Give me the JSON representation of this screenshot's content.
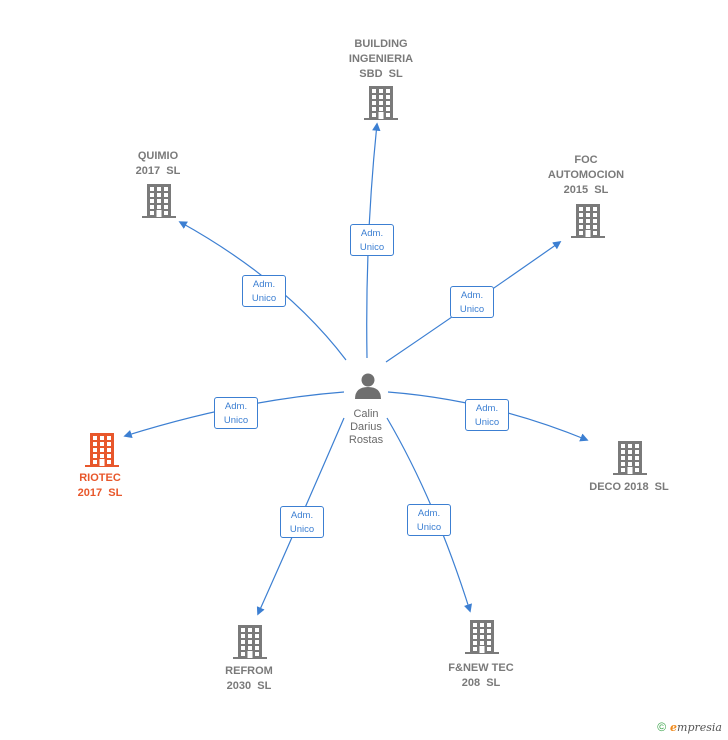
{
  "center": {
    "name_lines": [
      "Calin",
      "Darius",
      "Rostas"
    ],
    "icon": "person-icon"
  },
  "relation_label_lines": [
    "Adm.",
    "Unico"
  ],
  "companies": [
    {
      "id": "building",
      "label_lines": [
        "BUILDING",
        "INGENIERIA",
        "SBD  SL"
      ],
      "icon": "building-icon",
      "highlight": false
    },
    {
      "id": "quimio",
      "label_lines": [
        "QUIMIO",
        "2017  SL"
      ],
      "icon": "building-icon",
      "highlight": false
    },
    {
      "id": "foc",
      "label_lines": [
        "FOC",
        "AUTOMOCION",
        "2015  SL"
      ],
      "icon": "building-icon",
      "highlight": false
    },
    {
      "id": "riotec",
      "label_lines": [
        "RIOTEC",
        "2017  SL"
      ],
      "icon": "building-icon",
      "highlight": true
    },
    {
      "id": "deco",
      "label_lines": [
        "DECO 2018  SL"
      ],
      "icon": "building-icon",
      "highlight": false
    },
    {
      "id": "refrom",
      "label_lines": [
        "REFROM",
        "2030  SL"
      ],
      "icon": "building-icon",
      "highlight": false
    },
    {
      "id": "fnew",
      "label_lines": [
        "F&NEW TEC",
        "208  SL"
      ],
      "icon": "building-icon",
      "highlight": false
    }
  ],
  "colors": {
    "edge": "#3c7fd2",
    "node": "#7a7a7a",
    "highlight": "#e8572b"
  },
  "footer": {
    "copyright_symbol": "©",
    "brand_first": "e",
    "brand_rest": "mpresia"
  }
}
